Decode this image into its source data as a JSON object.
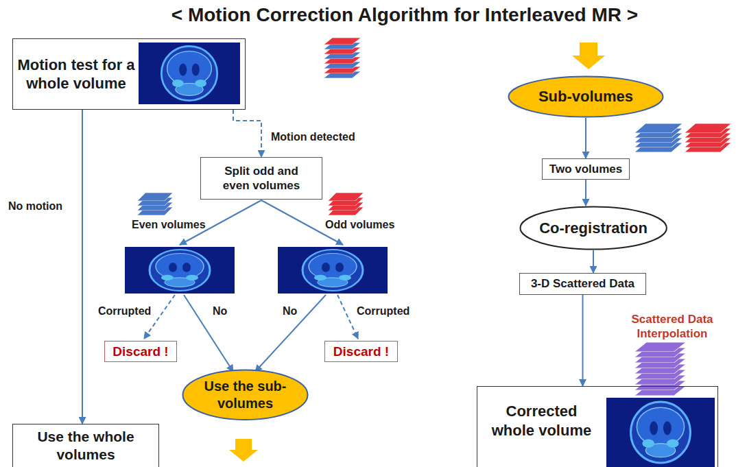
{
  "diagram": {
    "title": "< Motion Correction Algorithm for Interleaved MR >",
    "nodes": [
      {
        "text": [
          "Motion test for a whole volume"
        ]
      },
      {
        "text": [
          "Split odd and even volumes"
        ]
      },
      {
        "text": [
          "Discard !"
        ]
      },
      {
        "text": [
          "Discard !"
        ]
      },
      {
        "text": [
          "Use the sub-volumes"
        ]
      },
      {
        "text": [
          "Use the whole volumes"
        ]
      },
      {
        "text": [
          "Sub-volumes"
        ]
      },
      {
        "text": [
          "Two volumes"
        ]
      },
      {
        "text": [
          "Co-registration"
        ]
      },
      {
        "text": [
          "3-D Scattered Data"
        ]
      },
      {
        "text": [
          "Corrected whole volume"
        ]
      }
    ],
    "edges": [
      {
        "from": 0,
        "to": 1,
        "arrow": "to",
        "label": "Motion detected"
      },
      {
        "from": 0,
        "to": 5,
        "arrow": "to",
        "label": "No motion"
      },
      {
        "from": 6,
        "to": 7,
        "arrow": "to"
      },
      {
        "from": 7,
        "to": 8,
        "arrow": "to"
      },
      {
        "from": 8,
        "to": 9,
        "arrow": "to"
      },
      {
        "from": 9,
        "to": 10,
        "arrow": "to",
        "label": "Scattered Data Interpolation"
      }
    ],
    "labels": [
      "Even volumes",
      "Odd volumes",
      "Corrupted",
      "No",
      "No",
      "Corrupted"
    ]
  }
}
